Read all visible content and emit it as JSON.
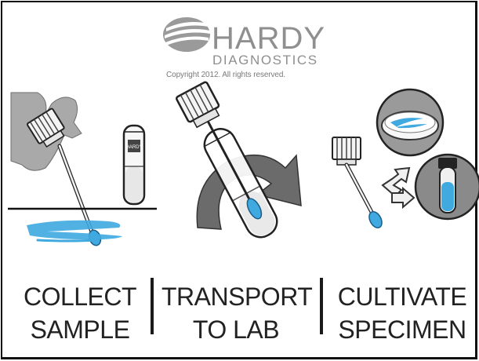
{
  "brand": {
    "name": "HARDY",
    "subtitle": "DIAGNOSTICS",
    "copyright": "Copyright 2012. All rights reserved.",
    "tube_label": "HARDY"
  },
  "steps": [
    {
      "line1": "COLLECT",
      "line2": "SAMPLE"
    },
    {
      "line1": "TRANSPORT",
      "line2": "TO LAB"
    },
    {
      "line1": "CULTIVATE",
      "line2": "SPECIMEN"
    }
  ],
  "colors": {
    "accent_blue": "#3fa9e0",
    "ink": "#1a1a1a",
    "gray_hand": "#a6a6a6",
    "gray_arrow": "#6e6e6e"
  }
}
